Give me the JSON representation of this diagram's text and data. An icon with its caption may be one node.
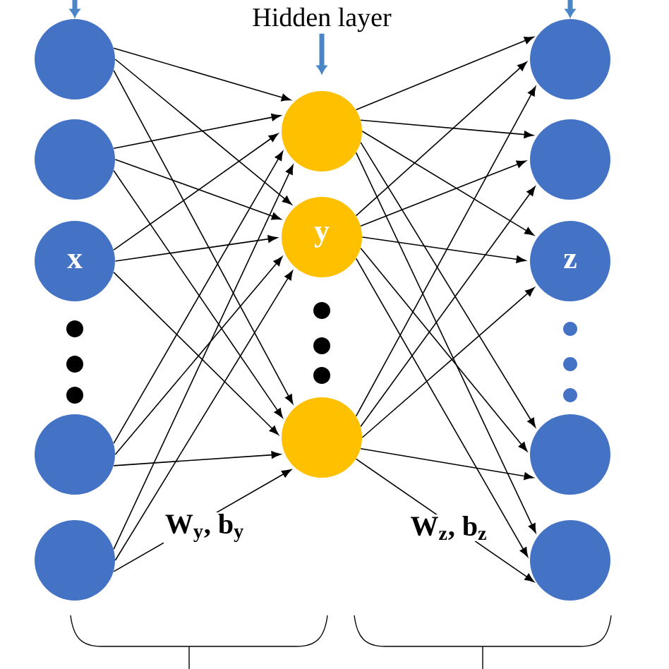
{
  "diagram": {
    "nodes": [
      {
        "text": [
          "Hidden layer"
        ]
      },
      {
        "text": [],
        "shape": "circle"
      },
      {
        "text": [],
        "shape": "circle"
      },
      {
        "text": [
          "x"
        ]
      },
      {
        "text": [],
        "shape": "circle"
      },
      {
        "text": [],
        "shape": "circle"
      },
      {
        "text": [],
        "shape": "circle"
      },
      {
        "text": [
          "y"
        ]
      },
      {
        "text": [],
        "shape": "circle"
      },
      {
        "text": [],
        "shape": "circle"
      },
      {
        "text": [],
        "shape": "circle"
      },
      {
        "text": [
          "z"
        ]
      },
      {
        "text": [],
        "shape": "circle"
      },
      {
        "text": [],
        "shape": "circle"
      }
    ],
    "edges": [
      {
        "from": null,
        "to": 1,
        "arrow": "to",
        "style": "thick",
        "color": "#4a86c5"
      },
      {
        "from": null,
        "to": 9,
        "arrow": "to",
        "style": "thick",
        "color": "#4a86c5"
      },
      {
        "from": 0,
        "to": 6,
        "arrow": "to",
        "style": "thick",
        "color": "#4a86c5"
      },
      {
        "from": 1,
        "to": 6,
        "arrow": "to"
      },
      {
        "from": 1,
        "to": 7,
        "arrow": "to"
      },
      {
        "from": 1,
        "to": 8,
        "arrow": "to"
      },
      {
        "from": 2,
        "to": 6,
        "arrow": "to"
      },
      {
        "from": 2,
        "to": 7,
        "arrow": "to"
      },
      {
        "from": 2,
        "to": 8,
        "arrow": "to"
      },
      {
        "from": 3,
        "to": 6,
        "arrow": "to"
      },
      {
        "from": 3,
        "to": 7,
        "arrow": "to"
      },
      {
        "from": 3,
        "to": 8,
        "arrow": "to"
      },
      {
        "from": 4,
        "to": 6,
        "arrow": "to"
      },
      {
        "from": 4,
        "to": 7,
        "arrow": "to"
      },
      {
        "from": 4,
        "to": 8,
        "arrow": "to"
      },
      {
        "from": 5,
        "to": 6,
        "arrow": "to"
      },
      {
        "from": 5,
        "to": 7,
        "arrow": "to"
      },
      {
        "from": 5,
        "to": 8,
        "arrow": "to"
      },
      {
        "from": 6,
        "to": 9,
        "arrow": "to"
      },
      {
        "from": 6,
        "to": 10,
        "arrow": "to"
      },
      {
        "from": 6,
        "to": 11,
        "arrow": "to"
      },
      {
        "from": 6,
        "to": 12,
        "arrow": "to"
      },
      {
        "from": 6,
        "to": 13,
        "arrow": "to"
      },
      {
        "from": 7,
        "to": 9,
        "arrow": "to"
      },
      {
        "from": 7,
        "to": 10,
        "arrow": "to"
      },
      {
        "from": 7,
        "to": 11,
        "arrow": "to"
      },
      {
        "from": 7,
        "to": 12,
        "arrow": "to"
      },
      {
        "from": 7,
        "to": 13,
        "arrow": "to"
      },
      {
        "from": 8,
        "to": 9,
        "arrow": "to"
      },
      {
        "from": 8,
        "to": 10,
        "arrow": "to"
      },
      {
        "from": 8,
        "to": 11,
        "arrow": "to"
      },
      {
        "from": 8,
        "to": 12,
        "arrow": "to"
      },
      {
        "from": 8,
        "to": 13,
        "arrow": "to"
      }
    ],
    "labels": [
      "W$_{y}$, b$_{y}$",
      "W$_{z}$, b$_{z}$"
    ]
  }
}
